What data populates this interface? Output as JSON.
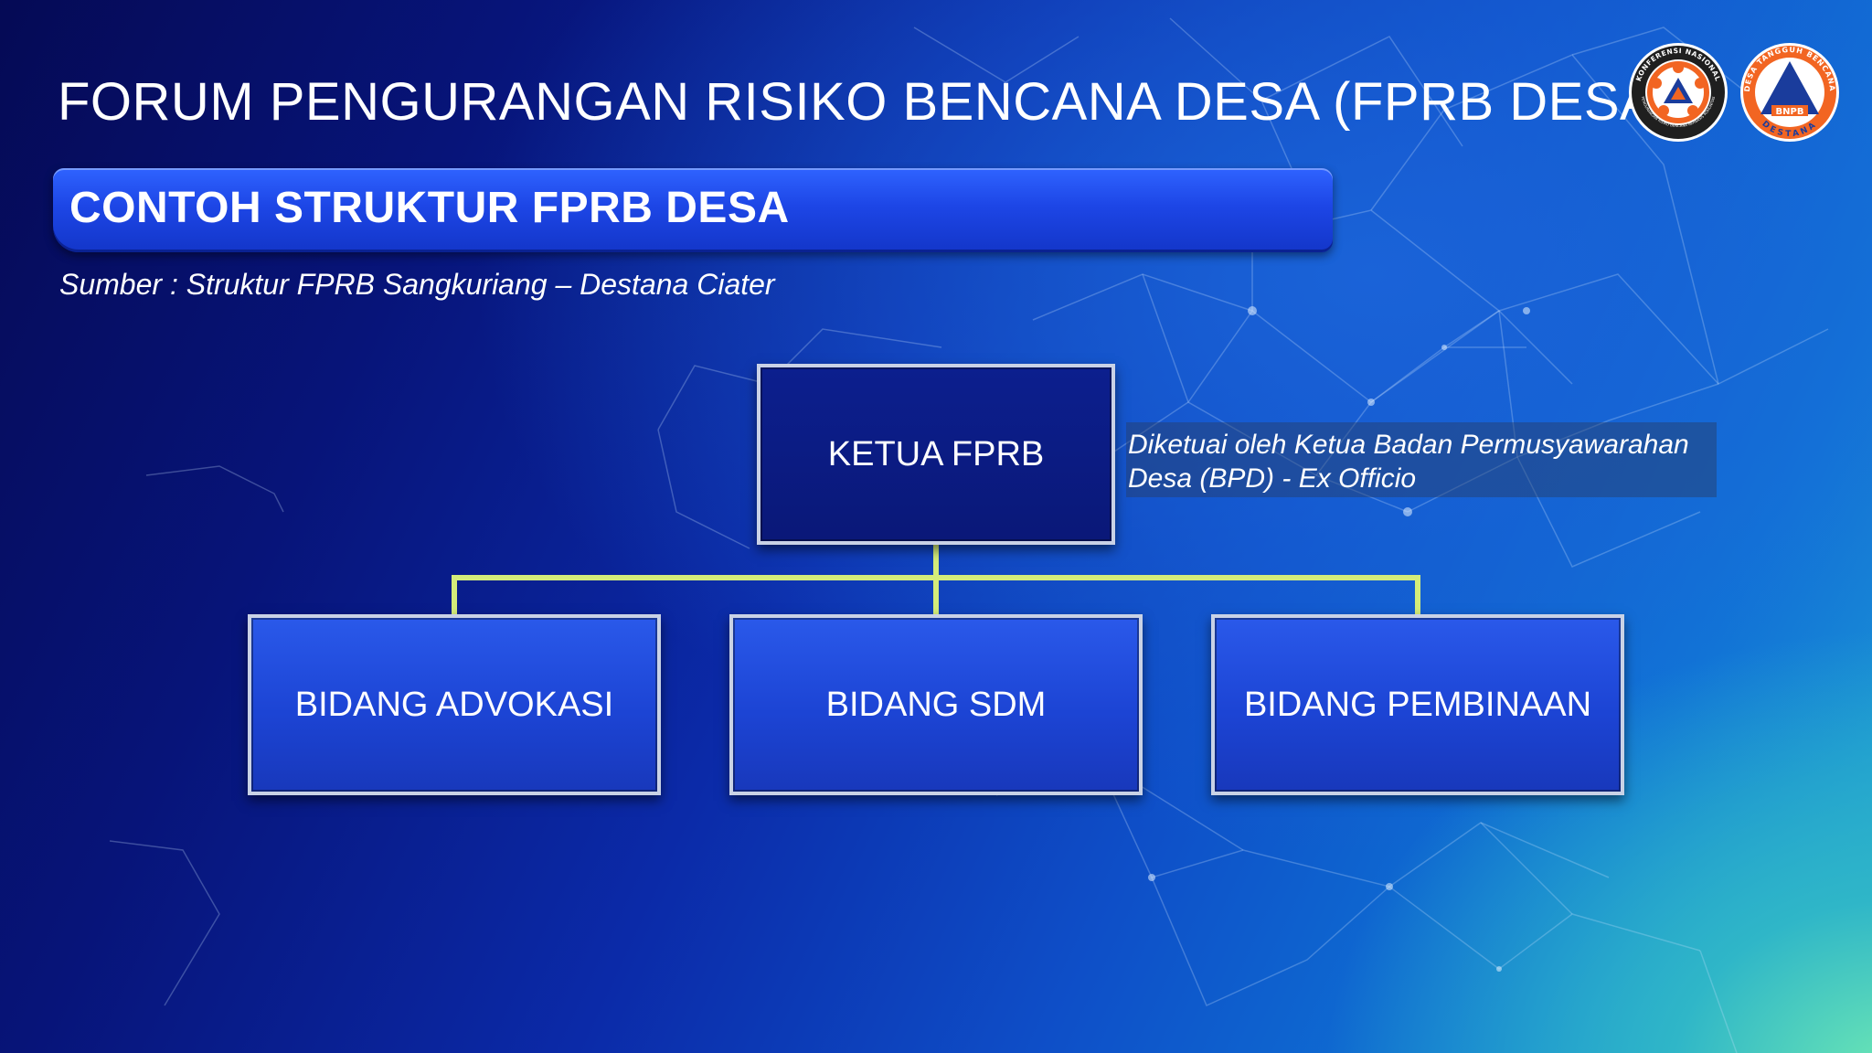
{
  "slide": {
    "title": "FORUM PENGURANGAN RISIKO BENCANA DESA (FPRB DESA)",
    "banner_title": "CONTOH STRUKTUR FPRB DESA",
    "source_note": "Sumber : Struktur FPRB Sangkuriang – Destana Ciater"
  },
  "logos": {
    "left": {
      "name": "konferensi-nasional-logo",
      "ring_top_text": "KONFERENSI NASIONAL",
      "ring_bottom_text": "PENGURANGAN RISIKO BENCANA BERBASIS KOMUNITAS"
    },
    "right": {
      "name": "destana-bnpb-logo",
      "ring_top_text": "DESA TANGGUH BENCANA",
      "center_text": "BNPB",
      "ring_bottom_text": "DESTANA"
    }
  },
  "org_chart": {
    "root": {
      "label": "KETUA FPRB"
    },
    "root_note": {
      "line1": "Diketuai oleh Ketua Badan Permusyawarahan",
      "line2": "Desa (BPD) - Ex Officio"
    },
    "children": [
      {
        "label": "BIDANG ADVOKASI"
      },
      {
        "label": "BIDANG SDM"
      },
      {
        "label": "BIDANG PEMBINAAN"
      }
    ]
  },
  "colors": {
    "connector": "#d4ec7a",
    "box_border": "#c9d2e6",
    "root_fill": "#0b1a82",
    "child_fill": "#2250e0",
    "logo_orange": "#f26522",
    "logo_blue": "#1a3c9c"
  }
}
